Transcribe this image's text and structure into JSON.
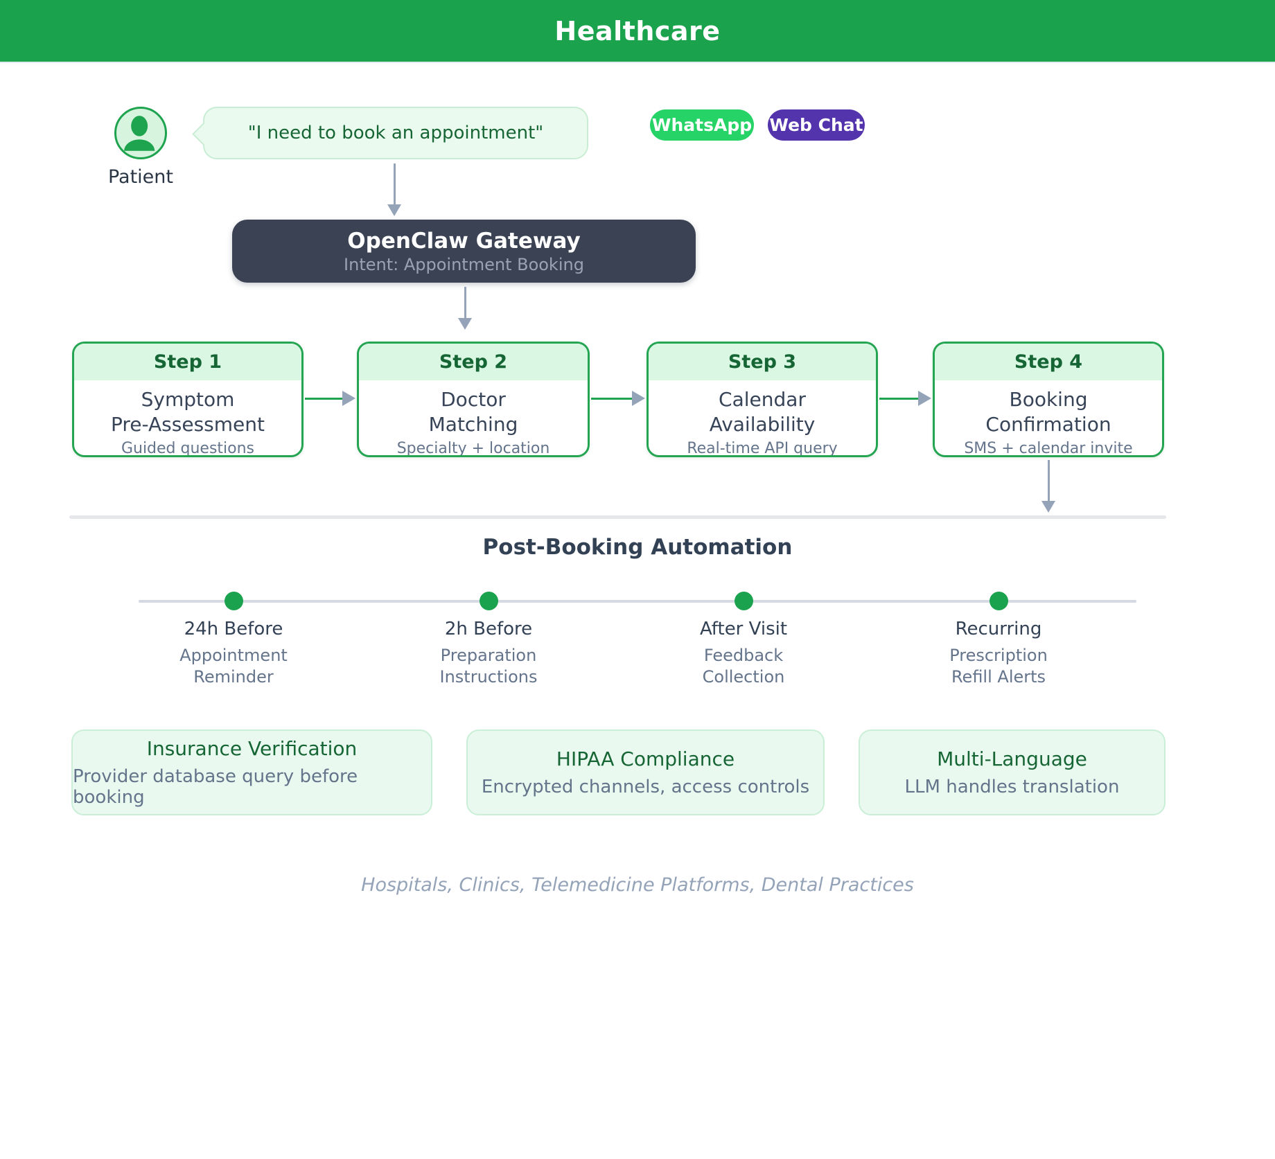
{
  "header": {
    "title": "Healthcare"
  },
  "colors": {
    "header_green": "#1aa24d",
    "whatsapp_green": "#25d366",
    "webchat_purple": "#5434ad",
    "gateway_slate": "#3b4253",
    "accent_green": "#1ea44f",
    "dark_green_text": "#166534",
    "title_slate": "#374357",
    "muted_slate": "#64748b",
    "arrow_gray": "#94a3b8"
  },
  "patient": {
    "label": "Patient",
    "message": "\"I need to book an appointment\""
  },
  "channels": [
    {
      "label": "WhatsApp"
    },
    {
      "label": "Web Chat"
    }
  ],
  "gateway": {
    "title": "OpenClaw Gateway",
    "subtitle": "Intent: Appointment Booking"
  },
  "steps": [
    {
      "label": "Step 1",
      "title": "Symptom\nPre-Assessment",
      "subtitle": "Guided questions"
    },
    {
      "label": "Step 2",
      "title": "Doctor\nMatching",
      "subtitle": "Specialty + location"
    },
    {
      "label": "Step 3",
      "title": "Calendar\nAvailability",
      "subtitle": "Real-time API query"
    },
    {
      "label": "Step 4",
      "title": "Booking\nConfirmation",
      "subtitle": "SMS + calendar invite"
    }
  ],
  "post_booking": {
    "heading": "Post-Booking Automation",
    "timeline": [
      {
        "when": "24h Before",
        "what": "Appointment\nReminder"
      },
      {
        "when": "2h Before",
        "what": "Preparation\nInstructions"
      },
      {
        "when": "After Visit",
        "what": "Feedback\nCollection"
      },
      {
        "when": "Recurring",
        "what": "Prescription\nRefill Alerts"
      }
    ]
  },
  "features": [
    {
      "title": "Insurance Verification",
      "subtitle": "Provider database query before booking"
    },
    {
      "title": "HIPAA Compliance",
      "subtitle": "Encrypted channels, access controls"
    },
    {
      "title": "Multi-Language",
      "subtitle": "LLM handles translation"
    }
  ],
  "footer": {
    "industries": "Hospitals, Clinics, Telemedicine Platforms, Dental Practices"
  }
}
